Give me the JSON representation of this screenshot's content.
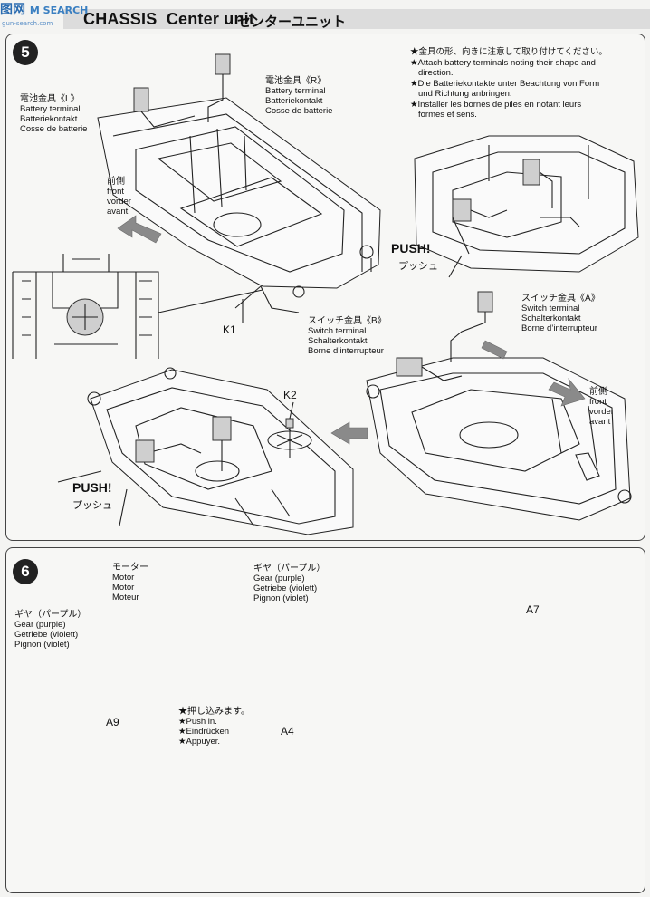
{
  "header": {
    "watermark": "图网",
    "watermark_sub": "M SEARCH",
    "watermark_url": "gun-search.com",
    "title_en_1": "CHASSIS",
    "title_en_2": "Center unit",
    "title_jp": "センターユニット"
  },
  "step5": {
    "number": "5",
    "battery_l": {
      "jp": "電池金具《L》",
      "en": "Battery terminal",
      "de": "Batteriekontakt",
      "fr": "Cosse de batterie"
    },
    "battery_r": {
      "jp": "電池金具《R》",
      "en": "Battery terminal",
      "de": "Batteriekontakt",
      "fr": "Cosse de batterie"
    },
    "front_left": {
      "jp": "前側",
      "en": "front",
      "de": "vorder",
      "fr": "avant"
    },
    "front_right": {
      "jp": "前側",
      "en": "front",
      "de": "vorder",
      "fr": "avant"
    },
    "note": [
      "★金具の形、向きに注意して取り付けてください。",
      "★Attach battery terminals noting their shape and",
      "direction.",
      "★Die Batteriekontakte unter Beachtung von Form",
      "und Richtung anbringen.",
      "★Installer les bornes de piles en notant leurs",
      "formes et sens."
    ],
    "push_1": "PUSH!",
    "push_1_jp": "プッシュ",
    "push_2": "PUSH!",
    "push_2_jp": "プッシュ",
    "k1": "K1",
    "k2": "K2",
    "switch_a": {
      "jp": "スイッチ金具《A》",
      "en": "Switch terminal",
      "de": "Schalterkontakt",
      "fr": "Borne d’interrupteur"
    },
    "switch_b": {
      "jp": "スイッチ金具《B》",
      "en": "Switch terminal",
      "de": "Schalterkontakt",
      "fr": "Borne d’interrupteur"
    }
  },
  "step6": {
    "number": "6",
    "motor": {
      "jp": "モーター",
      "en": "Motor",
      "de": "Motor",
      "fr": "Moteur"
    },
    "gear_right": {
      "jp": "ギヤ（パープル）",
      "en": "Gear (purple)",
      "de": "Getriebe (violett)",
      "fr": "Pignon (violet)"
    },
    "gear_left": {
      "jp": "ギヤ（パープル）",
      "en": "Gear (purple)",
      "de": "Getriebe (violett)",
      "fr": "Pignon (violet)"
    },
    "a9": "A9",
    "a7": "A7",
    "a4": "A4",
    "push_in": [
      "★押し込みます。",
      "★Push in.",
      "★Eindrücken",
      "★Appuyer."
    ]
  }
}
